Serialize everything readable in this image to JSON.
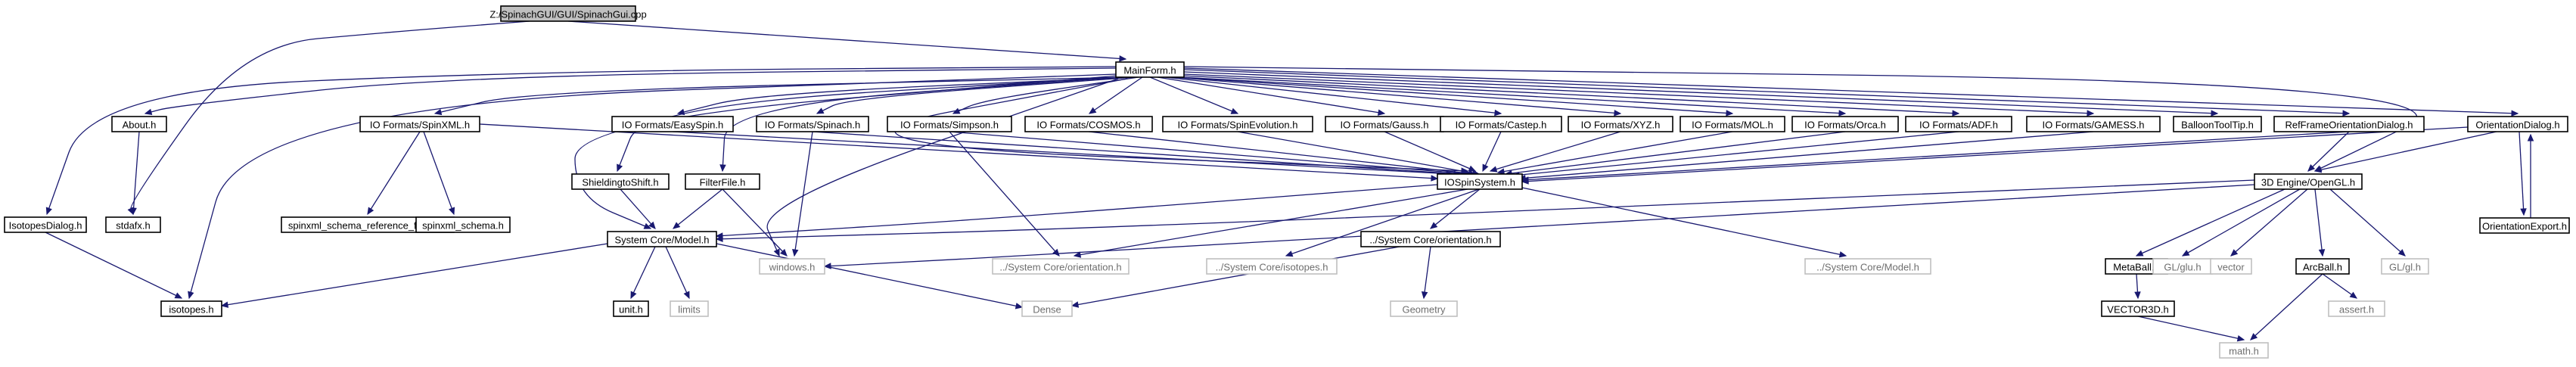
{
  "colors": {
    "edge": "#191970",
    "root_fill": "#bfbfbf",
    "external_border": "#bfbfbf",
    "external_text": "#6e6e6e"
  },
  "nodes": [
    {
      "id": "root",
      "label": "Z:/SpinachGUI/GUI/SpinachGui.cpp",
      "kind": "root"
    },
    {
      "id": "mainform",
      "label": "MainForm.h",
      "kind": "normal"
    },
    {
      "id": "isotopesdialog",
      "label": "IsotopesDialog.h",
      "kind": "normal"
    },
    {
      "id": "about",
      "label": "About.h",
      "kind": "normal"
    },
    {
      "id": "stdafx",
      "label": "stdafx.h",
      "kind": "normal"
    },
    {
      "id": "spinxml",
      "label": "IO Formats/SpinXML.h",
      "kind": "normal"
    },
    {
      "id": "easyspin",
      "label": "IO Formats/EasySpin.h",
      "kind": "normal"
    },
    {
      "id": "spinach",
      "label": "IO Formats/Spinach.h",
      "kind": "normal"
    },
    {
      "id": "simpson",
      "label": "IO Formats/Simpson.h",
      "kind": "normal"
    },
    {
      "id": "cosmos",
      "label": "IO Formats/COSMOS.h",
      "kind": "normal"
    },
    {
      "id": "spinevo",
      "label": "IO Formats/SpinEvolution.h",
      "kind": "normal"
    },
    {
      "id": "gauss",
      "label": "IO Formats/Gauss.h",
      "kind": "normal"
    },
    {
      "id": "castep",
      "label": "IO Formats/Castep.h",
      "kind": "normal"
    },
    {
      "id": "xyz",
      "label": "IO Formats/XYZ.h",
      "kind": "normal"
    },
    {
      "id": "mol",
      "label": "IO Formats/MOL.h",
      "kind": "normal"
    },
    {
      "id": "orca",
      "label": "IO Formats/Orca.h",
      "kind": "normal"
    },
    {
      "id": "adf",
      "label": "IO Formats/ADF.h",
      "kind": "normal"
    },
    {
      "id": "gamess",
      "label": "IO Formats/GAMESS.h",
      "kind": "normal"
    },
    {
      "id": "balloon",
      "label": "BalloonToolTip.h",
      "kind": "normal"
    },
    {
      "id": "refframe",
      "label": "RefFrameOrientationDialog.h",
      "kind": "normal"
    },
    {
      "id": "orientdlg",
      "label": "OrientationDialog.h",
      "kind": "normal"
    },
    {
      "id": "schemaref",
      "label": "spinxml_schema_reference_frame.h",
      "kind": "normal"
    },
    {
      "id": "schema",
      "label": "spinxml_schema.h",
      "kind": "normal"
    },
    {
      "id": "shielding",
      "label": "ShieldingtoShift.h",
      "kind": "normal"
    },
    {
      "id": "filterfile",
      "label": "FilterFile.h",
      "kind": "normal"
    },
    {
      "id": "iospin",
      "label": "IOSpinSystem.h",
      "kind": "normal"
    },
    {
      "id": "engine",
      "label": "3D Engine/OpenGL.h",
      "kind": "normal"
    },
    {
      "id": "orientexp",
      "label": "OrientationExport.h",
      "kind": "normal"
    },
    {
      "id": "windows",
      "label": "windows.h",
      "kind": "ext"
    },
    {
      "id": "orient1",
      "label": "../System Core/orientation.h",
      "kind": "ext"
    },
    {
      "id": "isotopes2",
      "label": "../System Core/isotopes.h",
      "kind": "ext"
    },
    {
      "id": "orient2",
      "label": "../System Core/orientation.h",
      "kind": "normal"
    },
    {
      "id": "model2",
      "label": "../System Core/Model.h",
      "kind": "ext"
    },
    {
      "id": "model",
      "label": "System Core/Model.h",
      "kind": "normal"
    },
    {
      "id": "isotopes",
      "label": "isotopes.h",
      "kind": "normal"
    },
    {
      "id": "unit",
      "label": "unit.h",
      "kind": "normal"
    },
    {
      "id": "limits",
      "label": "limits",
      "kind": "ext"
    },
    {
      "id": "dense",
      "label": "Dense",
      "kind": "ext"
    },
    {
      "id": "geometry",
      "label": "Geometry",
      "kind": "ext"
    },
    {
      "id": "metaball",
      "label": "MetaBall.h",
      "kind": "normal"
    },
    {
      "id": "glu",
      "label": "GL/glu.h",
      "kind": "ext"
    },
    {
      "id": "vector",
      "label": "vector",
      "kind": "ext"
    },
    {
      "id": "arcball",
      "label": "ArcBall.h",
      "kind": "normal"
    },
    {
      "id": "gl",
      "label": "GL/gl.h",
      "kind": "ext"
    },
    {
      "id": "vector3d",
      "label": "VECTOR3D.h",
      "kind": "normal"
    },
    {
      "id": "assert",
      "label": "assert.h",
      "kind": "ext"
    },
    {
      "id": "math",
      "label": "math.h",
      "kind": "ext"
    }
  ]
}
